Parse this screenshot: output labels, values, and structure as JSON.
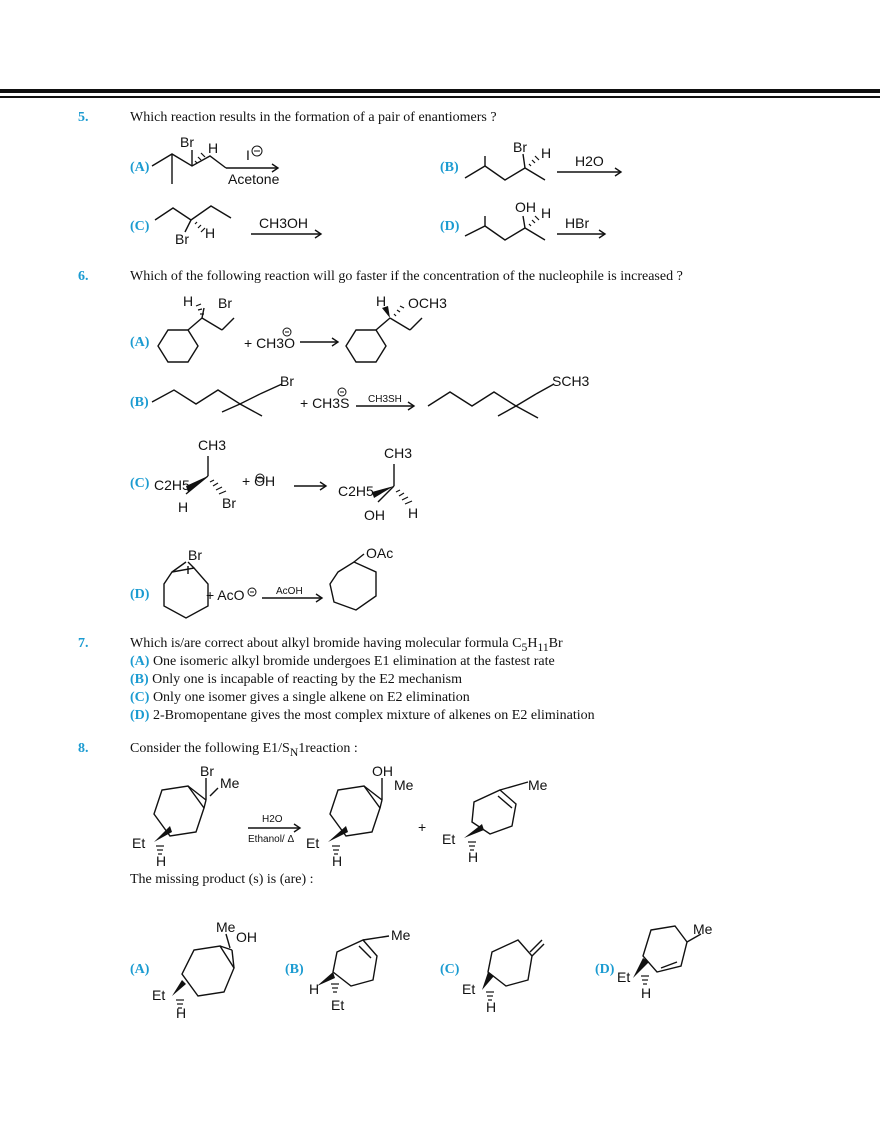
{
  "q5": {
    "num": "5.",
    "text": "Which reaction results in the formation of a pair of enantiomers ?",
    "options": [
      {
        "label": "(A)",
        "reagent_top": "I",
        "reagent_bottom": "Acetone",
        "atoms": [
          "Br",
          "H"
        ]
      },
      {
        "label": "(B)",
        "reagent_top": "H2O",
        "atoms": [
          "Br",
          "H"
        ]
      },
      {
        "label": "(C)",
        "reagent_top": "CH3OH",
        "atoms": [
          "Br",
          "H"
        ]
      },
      {
        "label": "(D)",
        "reagent_top": "HBr",
        "atoms": [
          "OH",
          "H"
        ]
      }
    ]
  },
  "q6": {
    "num": "6.",
    "text": "Which of the following reaction will go faster if the concentration of the nucleophile is increased ?",
    "options": [
      {
        "label": "(A)",
        "nucleophile": "+ CH3O",
        "atoms": [
          "H",
          "Br",
          "H",
          "OCH3"
        ]
      },
      {
        "label": "(B)",
        "nucleophile": "+ CH3S",
        "reagent": "CH3SH",
        "atoms": [
          "Br",
          "SCH3"
        ]
      },
      {
        "label": "(C)",
        "nucleophile": "+ OH",
        "atoms": [
          "CH3",
          "C2H5",
          "H",
          "Br",
          "CH3",
          "C2H5",
          "OH",
          "H"
        ]
      },
      {
        "label": "(D)",
        "nucleophile": "+ AcO",
        "reagent": "AcOH",
        "atoms": [
          "Br",
          "OAc"
        ]
      }
    ]
  },
  "q7": {
    "num": "7.",
    "text_pre": "Which is/are correct about alkyl bromide having molecular formula C",
    "formula_sub1": "5",
    "formula_mid": "H",
    "formula_sub2": "11",
    "formula_post": "Br",
    "options": [
      {
        "label": "(A)",
        "text": "One isomeric alkyl bromide undergoes E1 elimination at the fastest rate"
      },
      {
        "label": "(B)",
        "text": "Only one is incapable of reacting by the E2 mechanism"
      },
      {
        "label": "(C)",
        "text": "Only one isomer gives a single alkene on E2 elimination"
      },
      {
        "label": "(D)",
        "text": "2-Bromopentane gives the most complex mixture of alkenes on E2 elimination"
      }
    ]
  },
  "q8": {
    "num": "8.",
    "text_pre": "Consider the following E1/S",
    "text_sub": "N",
    "text_post": "1reaction :",
    "reagent_top": "H2O",
    "reagent_bottom": "Ethanol/ Δ",
    "plus": "+",
    "missing": "The missing product (s) is (are) :",
    "reaction_atoms": [
      "Br",
      "Me",
      "Et",
      "H",
      "OH",
      "Me",
      "Et",
      "H",
      "Me",
      "Et",
      "H"
    ],
    "options": [
      {
        "label": "(A)",
        "atoms": [
          "Me",
          "OH",
          "Et",
          "H"
        ]
      },
      {
        "label": "(B)",
        "atoms": [
          "Me",
          "H",
          "Et"
        ]
      },
      {
        "label": "(C)",
        "atoms": [
          "Et",
          "H"
        ]
      },
      {
        "label": "(D)",
        "atoms": [
          "Me",
          "Et",
          "H"
        ]
      }
    ]
  }
}
